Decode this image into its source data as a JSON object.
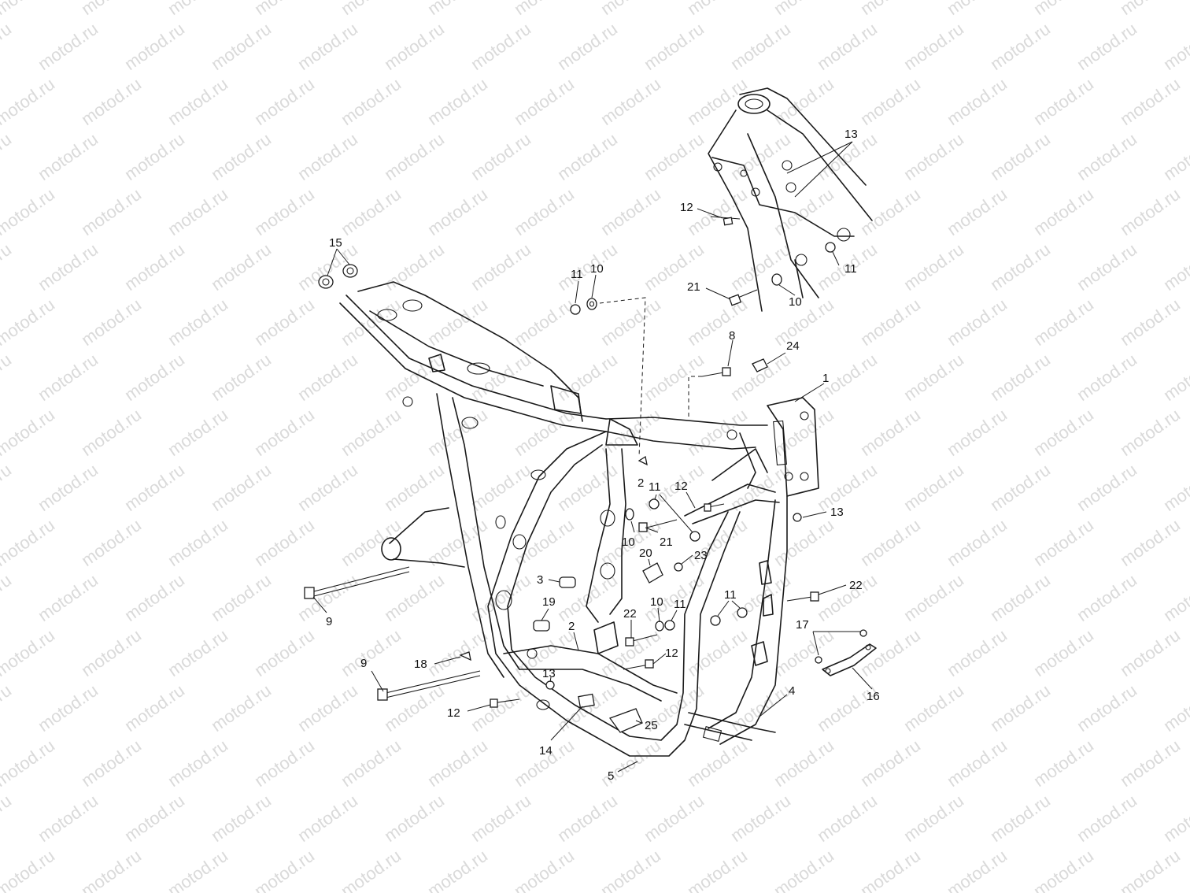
{
  "watermark": {
    "text": "motod.ru"
  },
  "callouts": [
    {
      "id": "c1",
      "label": "1"
    },
    {
      "id": "c2a",
      "label": "2"
    },
    {
      "id": "c2b",
      "label": "2"
    },
    {
      "id": "c3",
      "label": "3"
    },
    {
      "id": "c4",
      "label": "4"
    },
    {
      "id": "c5",
      "label": "5"
    },
    {
      "id": "c8",
      "label": "8"
    },
    {
      "id": "c9a",
      "label": "9"
    },
    {
      "id": "c9b",
      "label": "9"
    },
    {
      "id": "c10a",
      "label": "10"
    },
    {
      "id": "c10b",
      "label": "10"
    },
    {
      "id": "c10c",
      "label": "10"
    },
    {
      "id": "c10d",
      "label": "10"
    },
    {
      "id": "c11a",
      "label": "11"
    },
    {
      "id": "c11b",
      "label": "11"
    },
    {
      "id": "c11c",
      "label": "11"
    },
    {
      "id": "c11d",
      "label": "11"
    },
    {
      "id": "c11e",
      "label": "11"
    },
    {
      "id": "c12a",
      "label": "12"
    },
    {
      "id": "c12b",
      "label": "12"
    },
    {
      "id": "c12c",
      "label": "12"
    },
    {
      "id": "c12d",
      "label": "12"
    },
    {
      "id": "c13a",
      "label": "13"
    },
    {
      "id": "c13b",
      "label": "13"
    },
    {
      "id": "c13c",
      "label": "13"
    },
    {
      "id": "c14",
      "label": "14"
    },
    {
      "id": "c15",
      "label": "15"
    },
    {
      "id": "c16",
      "label": "16"
    },
    {
      "id": "c17",
      "label": "17"
    },
    {
      "id": "c18",
      "label": "18"
    },
    {
      "id": "c19",
      "label": "19"
    },
    {
      "id": "c20",
      "label": "20"
    },
    {
      "id": "c21a",
      "label": "21"
    },
    {
      "id": "c21b",
      "label": "21"
    },
    {
      "id": "c22a",
      "label": "22"
    },
    {
      "id": "c22b",
      "label": "22"
    },
    {
      "id": "c23",
      "label": "23"
    },
    {
      "id": "c24",
      "label": "24"
    },
    {
      "id": "c25",
      "label": "25"
    }
  ]
}
